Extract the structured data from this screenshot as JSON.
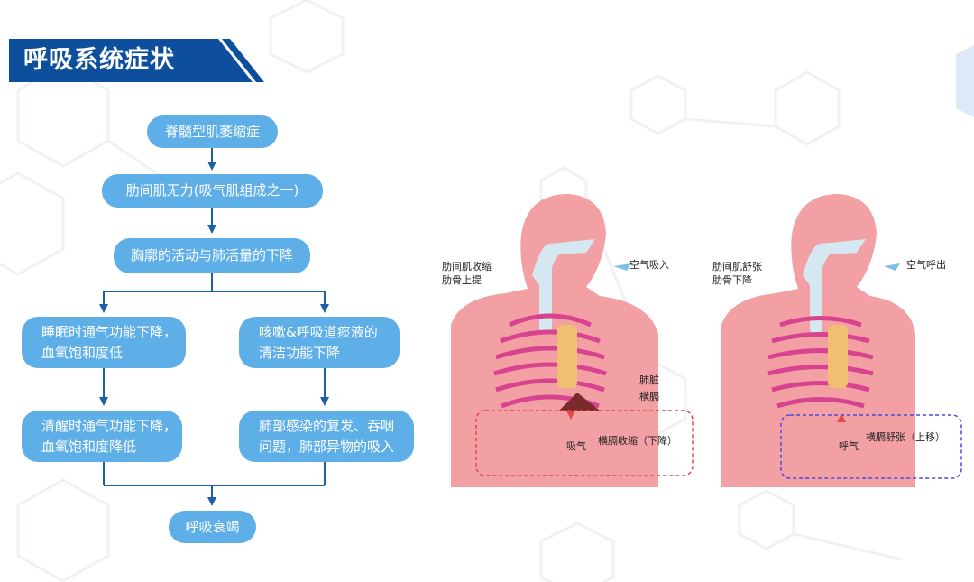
{
  "title": "呼吸系统症状",
  "flowchart": {
    "step1": "脊髓型肌萎缩症",
    "step2": "肋间肌无力(吸气肌组成之一)",
    "step3": "胸廓的活动与肺活量的下降",
    "left1": [
      "睡眠时通气功能下降，",
      "血氧饱和度低"
    ],
    "right1": [
      "咳嗽&呼吸道痰液的",
      "清洁功能下降"
    ],
    "left2": [
      "清醒时通气功能下降，",
      "血氧饱和度降低"
    ],
    "right2": [
      "肺部感染的复发、吞咽",
      "问题，肺部异物的吸入"
    ],
    "final": "呼吸衰竭"
  },
  "inhale_panel": {
    "label_muscle": [
      "肋间肌收缩",
      "肋骨上提"
    ],
    "label_air": "空气吸入",
    "label_lung": "肺脏",
    "label_diaphragm": "横膈",
    "label_action": "吸气",
    "label_diaphragm_move": "横膈收缩（下降）"
  },
  "exhale_panel": {
    "label_muscle": [
      "肋间肌舒张",
      "肋骨下降"
    ],
    "label_air": "空气呼出",
    "label_action": "呼气",
    "label_diaphragm_move": "横膈舒张（上移）"
  },
  "colors": {
    "title_bg": "#0d4f9c",
    "node_fill": "#5eaee8",
    "connector": "#1d5fa8",
    "skin": "#f2a0a4",
    "rib": "#d8438f",
    "box_inhale": "#e04a4a",
    "box_exhale": "#4a4ae0"
  }
}
